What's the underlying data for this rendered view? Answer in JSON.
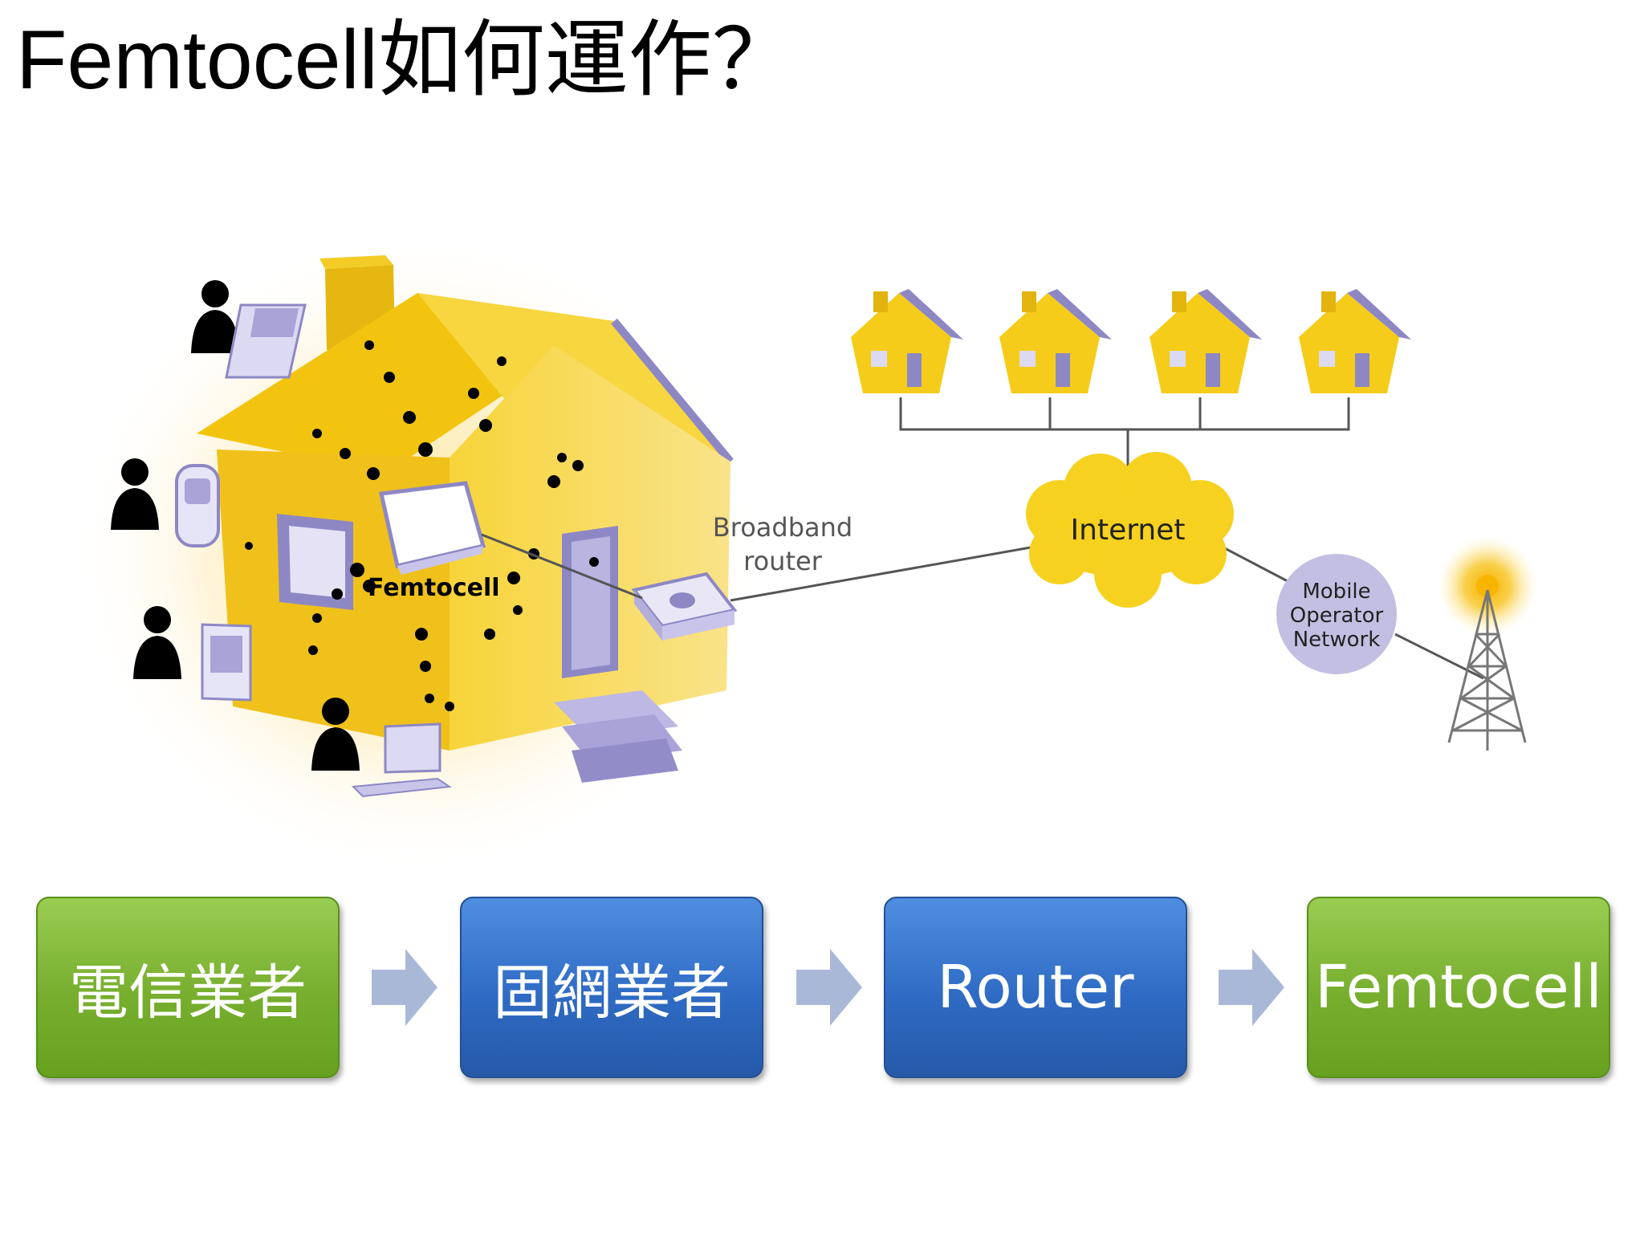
{
  "title": "Femtocell如何運作？",
  "colors": {
    "house_yellow": "#f5cc1a",
    "house_shade": "#e2b40d",
    "roof": "#f2c40f",
    "lavender": "#8d88c4",
    "cloud": "#f6d11f",
    "flow_green": "#77ae2e",
    "flow_blue": "#2f6bc4",
    "arrow": "#aab8d8"
  },
  "diagram": {
    "labels": {
      "femtocell": "Femtocell",
      "broadband_line1": "Broadband",
      "broadband_line2": "router",
      "internet": "Internet",
      "operator_line1": "Mobile",
      "operator_line2": "Operator",
      "operator_line3": "Network"
    },
    "icons": {
      "users": "person-icon",
      "devices": [
        "phone-icon",
        "mobile-icon",
        "pda-icon",
        "laptop-icon"
      ],
      "houses": "house-icon",
      "tower": "cell-tower-icon"
    }
  },
  "flow": {
    "steps": [
      "電信業者",
      "固網業者",
      "Router",
      "Femtocell"
    ],
    "step_colors": [
      "green",
      "blue",
      "blue",
      "green"
    ]
  }
}
